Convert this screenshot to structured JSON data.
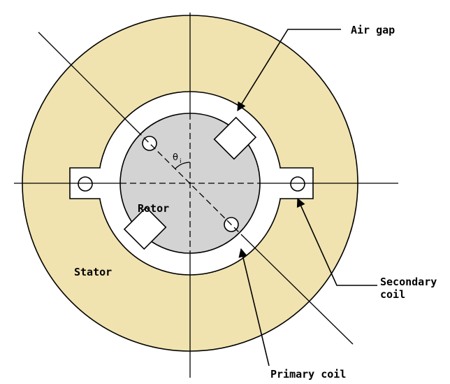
{
  "labels": {
    "air_gap": "Air gap",
    "rotor": "Rotor",
    "stator": "Stator",
    "secondary_coil_line1": "Secondary",
    "secondary_coil_line2": "coil",
    "primary_coil": "Primary coil",
    "theta": "θ",
    "theta_sub": "i"
  },
  "colors": {
    "stator": "#f0e3b0",
    "rotor": "#d3d3d3",
    "air_gap": "#ffffff",
    "lines": "#000000"
  }
}
